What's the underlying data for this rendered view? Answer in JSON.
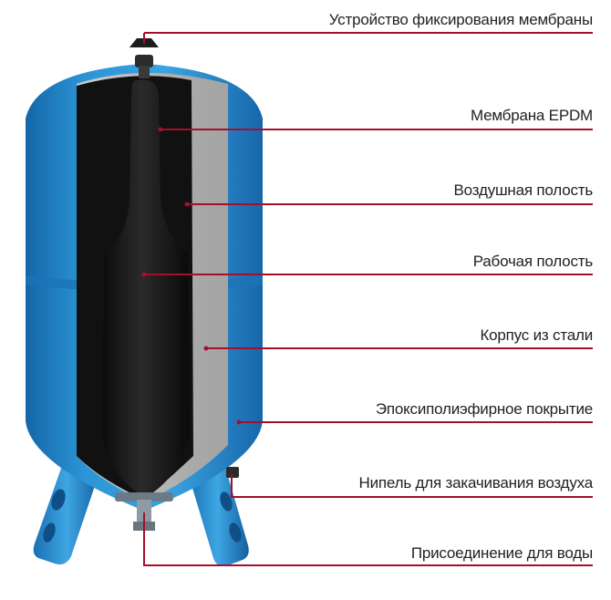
{
  "colors": {
    "tank_blue": "#2c95d6",
    "tank_blue_dark": "#1466a8",
    "membrane": "#151515",
    "leader_line": "#a3102c",
    "wall_gray": "#bcbcbc"
  },
  "labels": [
    {
      "id": "fixing-device",
      "text": "Устройство фиксирования мембраны"
    },
    {
      "id": "membrane-epdm",
      "text": "Мембрана EPDM"
    },
    {
      "id": "air-cavity",
      "text": "Воздушная полость"
    },
    {
      "id": "working-cavity",
      "text": "Рабочая полость"
    },
    {
      "id": "steel-body",
      "text": "Корпус из стали"
    },
    {
      "id": "epoxy-coating",
      "text": "Эпоксиполиэфирное покрытие"
    },
    {
      "id": "air-nipple",
      "text": "Нипель для закачивания воздуха"
    },
    {
      "id": "water-connection",
      "text": "Присоединение для воды"
    }
  ]
}
